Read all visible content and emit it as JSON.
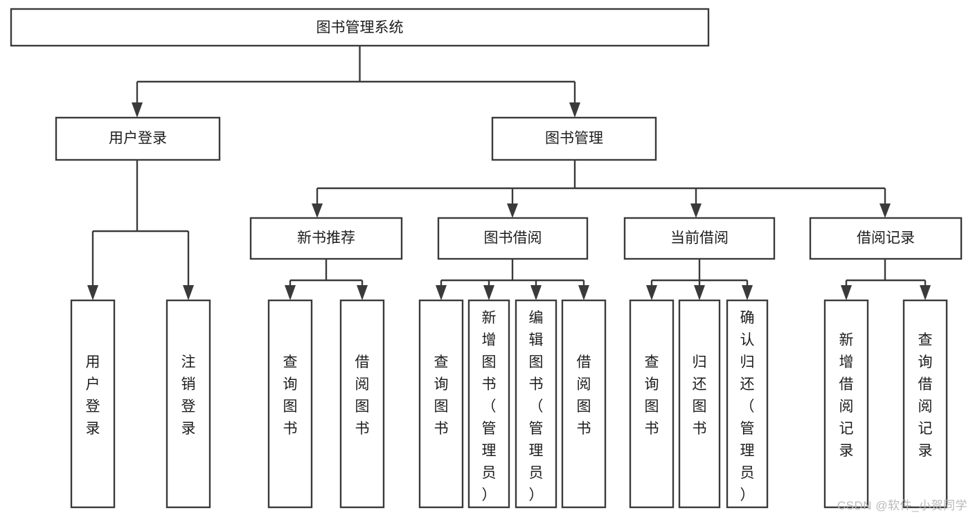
{
  "diagram": {
    "title": "图书管理系统",
    "type": "tree-hierarchy",
    "root": {
      "id": "root",
      "label": "图书管理系统"
    },
    "level2": [
      {
        "id": "user-login",
        "label": "用户登录"
      },
      {
        "id": "book-management",
        "label": "图书管理"
      }
    ],
    "level3": [
      {
        "id": "new-book-recommend",
        "label": "新书推荐",
        "parent": "book-management"
      },
      {
        "id": "book-borrow",
        "label": "图书借阅",
        "parent": "book-management"
      },
      {
        "id": "current-borrow",
        "label": "当前借阅",
        "parent": "book-management"
      },
      {
        "id": "borrow-record",
        "label": "借阅记录",
        "parent": "book-management"
      }
    ],
    "leaves": [
      {
        "id": "leaf-user-login",
        "label": "用户登录",
        "parent": "user-login"
      },
      {
        "id": "leaf-logout-login",
        "label": "注销登录",
        "parent": "user-login"
      },
      {
        "id": "leaf-query-book-1",
        "label": "查询图书",
        "parent": "new-book-recommend"
      },
      {
        "id": "leaf-borrow-book-1",
        "label": "借阅图书",
        "parent": "new-book-recommend"
      },
      {
        "id": "leaf-query-book-2",
        "label": "查询图书",
        "parent": "book-borrow"
      },
      {
        "id": "leaf-add-book",
        "label": "新增图书（管理员）",
        "parent": "book-borrow"
      },
      {
        "id": "leaf-edit-book",
        "label": "编辑图书（管理员）",
        "parent": "book-borrow"
      },
      {
        "id": "leaf-borrow-book-2",
        "label": "借阅图书",
        "parent": "book-borrow"
      },
      {
        "id": "leaf-query-book-3",
        "label": "查询图书",
        "parent": "current-borrow"
      },
      {
        "id": "leaf-return-book",
        "label": "归还图书",
        "parent": "current-borrow"
      },
      {
        "id": "leaf-confirm-return",
        "label": "确认归还（管理员）",
        "parent": "current-borrow"
      },
      {
        "id": "leaf-add-record",
        "label": "新增借阅记录",
        "parent": "borrow-record"
      },
      {
        "id": "leaf-query-record",
        "label": "查询借阅记录",
        "parent": "borrow-record"
      }
    ]
  },
  "watermark": {
    "text": "CSDN @软件_小贺同学"
  },
  "colors": {
    "stroke": "#3a3a3a",
    "box_fill": "#ffffff",
    "text": "#1d1d1d",
    "watermark": "#b9b9b9",
    "background": "#ffffff"
  }
}
